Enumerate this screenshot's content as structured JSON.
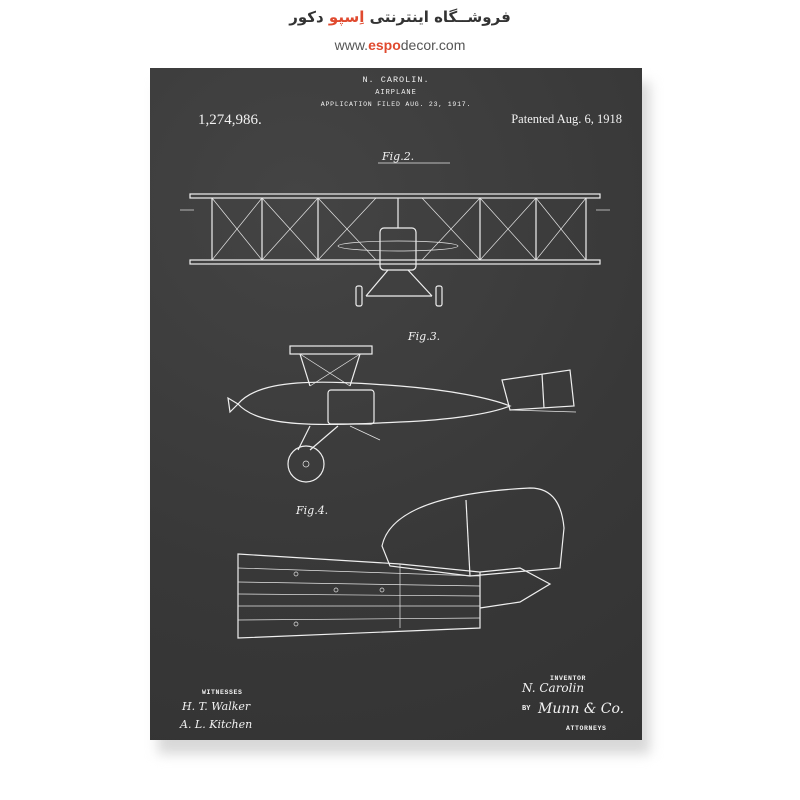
{
  "store": {
    "name_prefix": "فروشــگاه اینترنتی ",
    "name_accent": "اِسپو",
    "name_suffix": " دکور",
    "url_prefix": "www.",
    "url_accent": "espo",
    "url_suffix": "decor.com"
  },
  "patent": {
    "inventor_header": "N. CAROLIN.",
    "title": "AIRPLANE",
    "application_filed": "APPLICATION FILED AUG. 23, 1917.",
    "number": "1,274,986.",
    "patented": "Patented Aug. 6, 1918",
    "fig2_label": "Fig.2.",
    "fig3_label": "Fig.3.",
    "fig4_label": "Fig.4.",
    "witnesses_label": "WITNESSES",
    "witness_1": "H. T. Walker",
    "witness_2": "A. L. Kitchen",
    "inventor_label": "INVENTOR",
    "inventor_signature": "N. Carolin",
    "by_label": "BY",
    "attorney_signature": "Munn & Co.",
    "attorneys_label": "ATTORNEYS"
  },
  "colors": {
    "canvas": "#3b3b3b",
    "ink": "#f2f2f2",
    "accent": "#e04a2f"
  }
}
